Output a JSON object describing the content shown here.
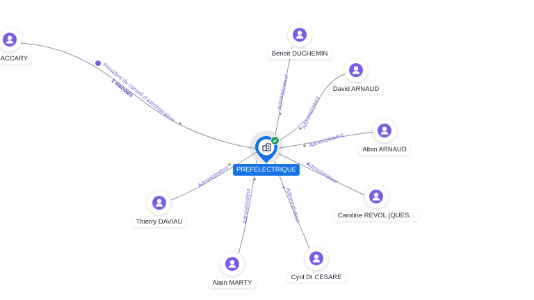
{
  "company": {
    "name": "PREFELECTRIQUE",
    "icon": "building-icon",
    "status": "check-icon",
    "color": "#1673e6"
  },
  "persons": [
    {
      "id": "accary",
      "name": "ud ACCARY",
      "role": "Président du conseil d'administration",
      "sub": "2 mandats"
    },
    {
      "id": "duchemin",
      "name": "Benoit DUCHEMIN",
      "role": "Administrateur",
      "sub": ""
    },
    {
      "id": "david-arnaud",
      "name": "David ARNAUD",
      "role": "Administrateur",
      "sub": ""
    },
    {
      "id": "albin-arnaud",
      "name": "Albin ARNAUD",
      "role": "Administrateur",
      "sub": ""
    },
    {
      "id": "revol",
      "name": "Caroline REVOL (QUES...",
      "role": "Administrateur",
      "sub": ""
    },
    {
      "id": "di-cesare",
      "name": "Cyril DI CESARE",
      "role": "Administrateur",
      "sub": ""
    },
    {
      "id": "marty",
      "name": "Alain MARTY",
      "role": "Administrateur",
      "sub": ""
    },
    {
      "id": "daviau",
      "name": "Thierry DAVIAU",
      "role": "Administrateur",
      "sub": ""
    }
  ],
  "colors": {
    "accent": "#7c5ce6",
    "edge": "#8f8fa3",
    "edge_label": "#7a6ad6",
    "status": "#1e9e5a"
  }
}
